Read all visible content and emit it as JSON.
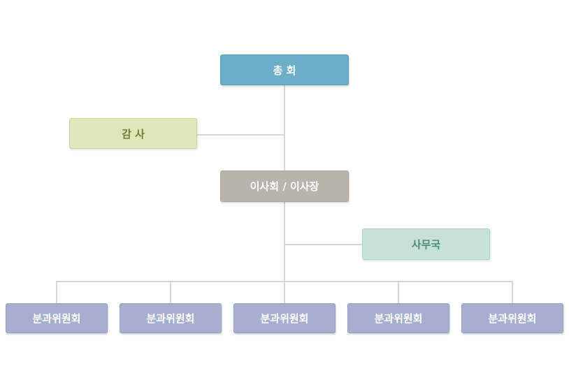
{
  "org_chart": {
    "general_assembly": "총 회",
    "audit": "감 사",
    "board": "이사회 / 이사장",
    "secretariat": "사무국",
    "committees": [
      "분과위원회",
      "분과위원회",
      "분과위원회",
      "분과위원회",
      "분과위원회"
    ]
  },
  "colors": {
    "general_assembly": "#6aaec8",
    "audit": "#dee6ba",
    "board": "#b9b3ad",
    "secretariat": "#c6e2d6",
    "committee": "#a8aecf",
    "connector": "#d6d6d6"
  }
}
